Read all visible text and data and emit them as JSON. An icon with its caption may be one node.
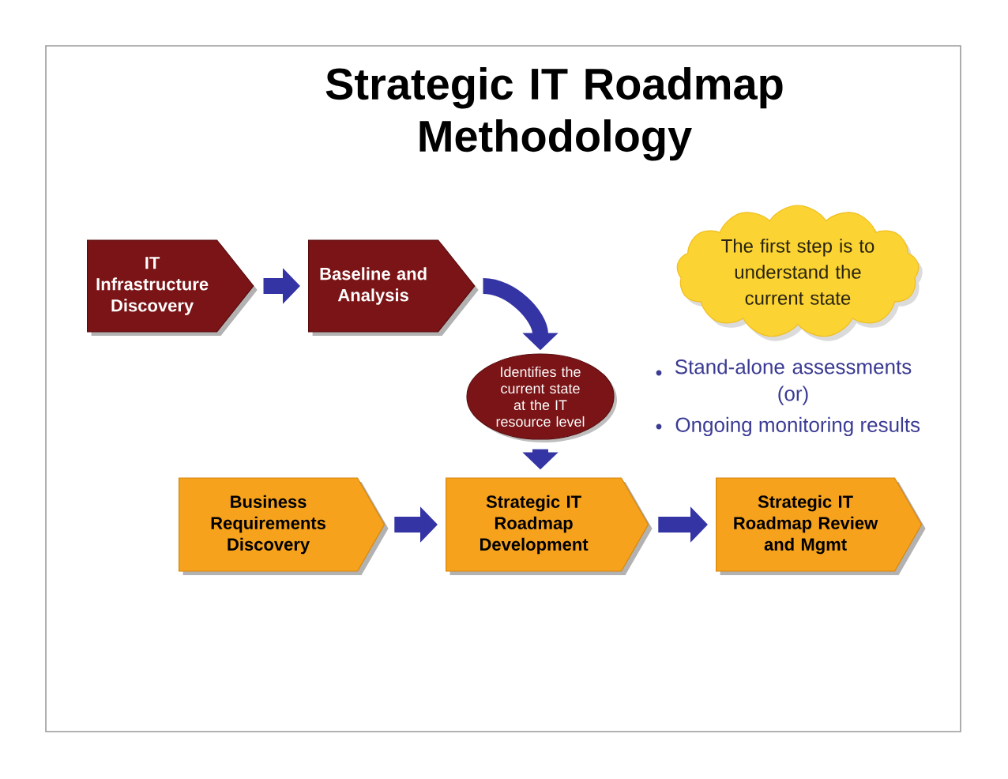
{
  "diagram": {
    "title": "Strategic IT Roadmap Methodology",
    "nodes": [
      {
        "text": [
          "IT Infrastructure Discovery"
        ]
      },
      {
        "text": [
          "Baseline and Analysis"
        ]
      },
      {
        "text": [
          "The first step is to understand the current state"
        ]
      },
      {
        "text": [
          "Identifies the current state at the IT resource level"
        ]
      },
      {
        "text": [
          "Business Requirements Discovery"
        ]
      },
      {
        "text": [
          "Strategic IT Roadmap Development"
        ]
      },
      {
        "text": [
          "Strategic IT Roadmap Review and Mgmt"
        ]
      }
    ],
    "edges": [
      {
        "from": 0,
        "to": 1,
        "arrow": "to"
      },
      {
        "from": 1,
        "to": 3,
        "arrow": "to"
      },
      {
        "from": 3,
        "to": 5,
        "arrow": "to"
      },
      {
        "from": 4,
        "to": 5,
        "arrow": "to"
      },
      {
        "from": 5,
        "to": 6,
        "arrow": "to"
      }
    ],
    "labels": [
      "Stand-alone assessments (or)",
      "Ongoing monitoring results"
    ]
  }
}
